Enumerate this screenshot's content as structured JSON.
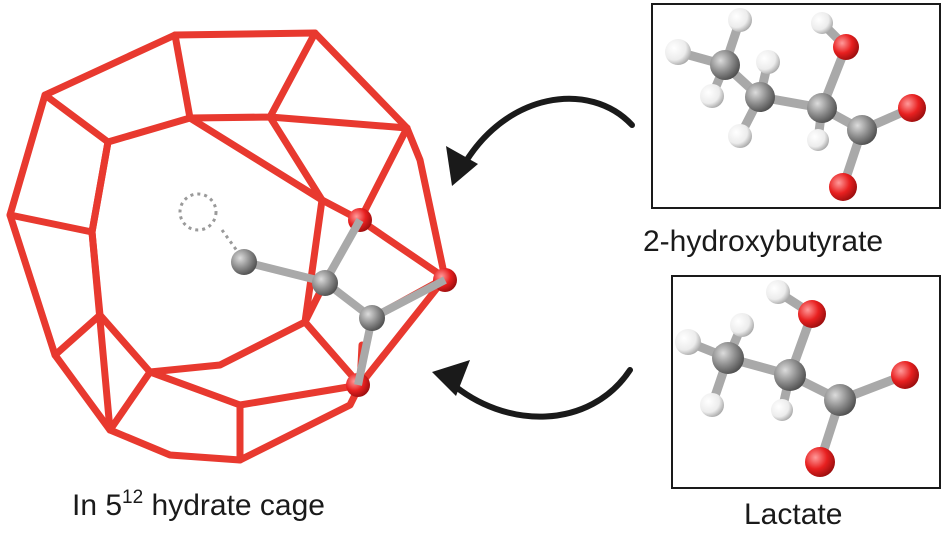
{
  "cage": {
    "caption_prefix": "In 5",
    "caption_superscript": "12",
    "caption_suffix": " hydrate cage"
  },
  "molecules": [
    {
      "label": "2-hydroxybutyrate"
    },
    {
      "label": "Lactate"
    }
  ],
  "colors": {
    "cage_edge": "#e8392f",
    "oxygen": "#e82020",
    "carbon": "#8c8c8c",
    "hydrogen": "#f0f0f0",
    "arrow": "#1a1a1a",
    "frame": "#1a1a1a"
  }
}
